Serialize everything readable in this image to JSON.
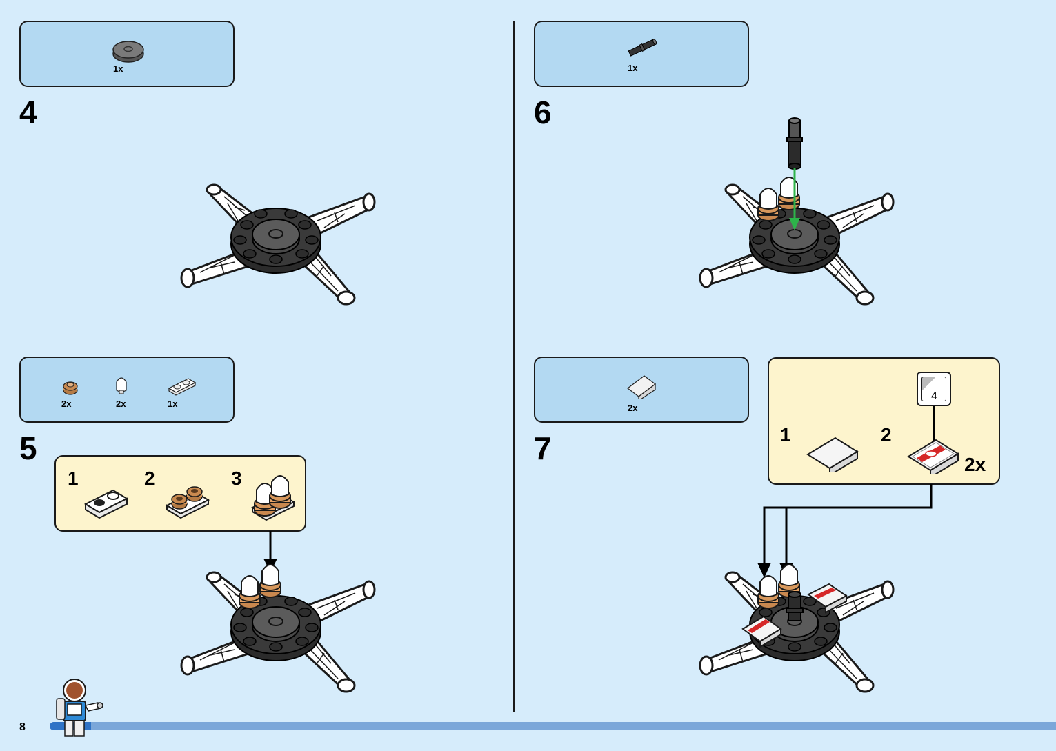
{
  "page": {
    "number": "8"
  },
  "steps": [
    {
      "number": "4",
      "parts": [
        {
          "qty": "1x",
          "icon": "round-tile-icon"
        }
      ]
    },
    {
      "number": "5",
      "parts": [
        {
          "qty": "2x",
          "icon": "bronze-round-plate-icon"
        },
        {
          "qty": "2x",
          "icon": "white-cone-icon"
        },
        {
          "qty": "1x",
          "icon": "white-plate-1x2-icon"
        }
      ],
      "sub_steps": [
        {
          "number": "1"
        },
        {
          "number": "2"
        },
        {
          "number": "3"
        }
      ]
    },
    {
      "number": "6",
      "parts": [
        {
          "qty": "1x",
          "icon": "black-axle-pin-icon"
        }
      ]
    },
    {
      "number": "7",
      "parts": [
        {
          "qty": "2x",
          "icon": "white-slope-icon"
        }
      ],
      "sub_steps": [
        {
          "number": "1"
        },
        {
          "number": "2"
        }
      ],
      "sticker": "4",
      "multiplier": "2x"
    }
  ],
  "colors": {
    "background": "#d6ecfb",
    "parts_box": "#b3d9f2",
    "sub_box": "#fdf4cd",
    "arrow_green": "#2db34a",
    "footer_bar": "#7ba7d9"
  }
}
